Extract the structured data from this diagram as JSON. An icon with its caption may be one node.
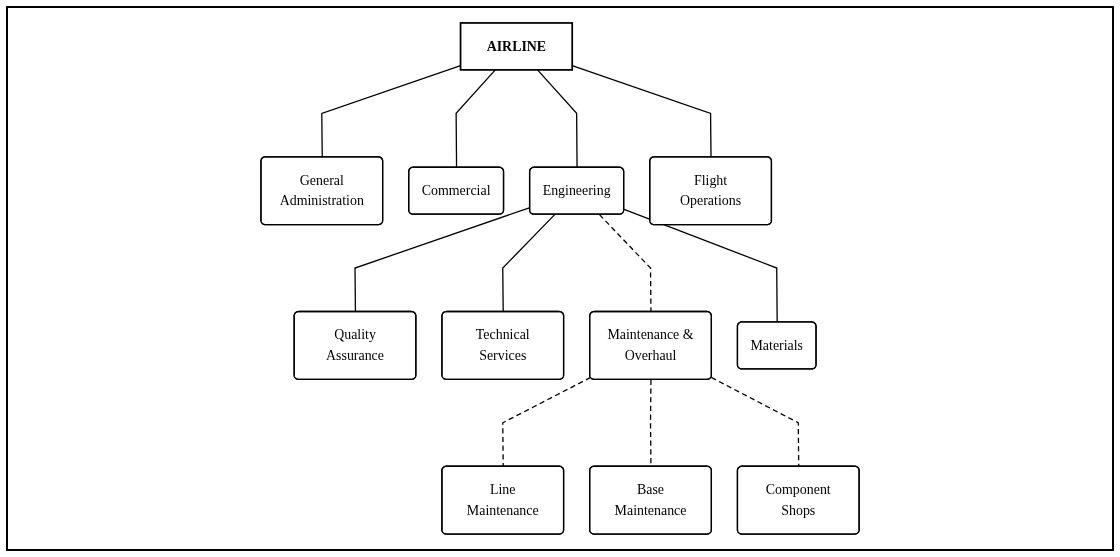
{
  "diagram": {
    "nodes": [
      {
        "text": [
          "AIRLINE"
        ]
      },
      {
        "text": [
          "General Administration"
        ]
      },
      {
        "text": [
          "Commercial"
        ]
      },
      {
        "text": [
          "Engineering"
        ]
      },
      {
        "text": [
          "Flight Operations"
        ]
      },
      {
        "text": [
          "Quality Assurance"
        ]
      },
      {
        "text": [
          "Technical Services"
        ]
      },
      {
        "text": [
          "Maintenance & Overhaul"
        ]
      },
      {
        "text": [
          "Materials"
        ]
      },
      {
        "text": [
          "Line Maintenance"
        ]
      },
      {
        "text": [
          "Base Maintenance"
        ]
      },
      {
        "text": [
          "Component Shops"
        ]
      }
    ],
    "edges": [
      {
        "from": 0,
        "to": 1,
        "arrow": "none"
      },
      {
        "from": 0,
        "to": 2,
        "arrow": "none"
      },
      {
        "from": 0,
        "to": 3,
        "arrow": "none"
      },
      {
        "from": 0,
        "to": 4,
        "arrow": "none"
      },
      {
        "from": 3,
        "to": 5,
        "arrow": "none"
      },
      {
        "from": 3,
        "to": 6,
        "arrow": "none"
      },
      {
        "from": 3,
        "to": 7,
        "arrow": "none",
        "style": "dashed"
      },
      {
        "from": 3,
        "to": 8,
        "arrow": "none"
      },
      {
        "from": 7,
        "to": 9,
        "arrow": "none",
        "style": "dashed"
      },
      {
        "from": 7,
        "to": 10,
        "arrow": "none",
        "style": "dashed"
      },
      {
        "from": 7,
        "to": 11,
        "arrow": "none",
        "style": "dashed"
      }
    ]
  }
}
